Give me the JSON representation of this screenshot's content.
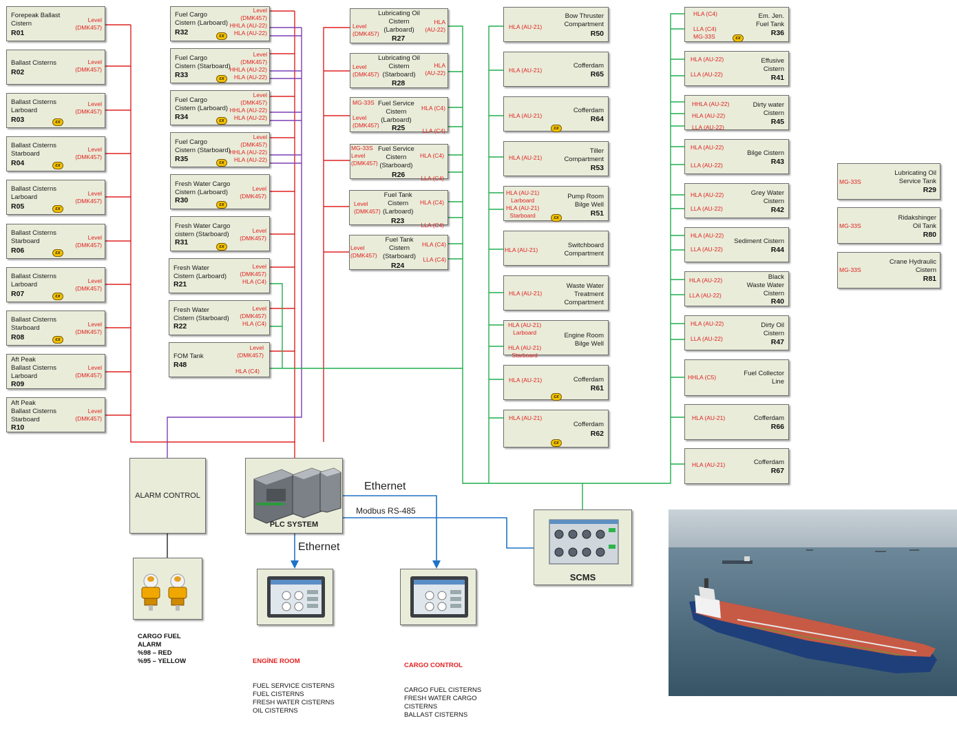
{
  "col1": [
    {
      "name": "Forepeak Ballast\nCistern",
      "code": "R01",
      "sig": "Level\n(DMK457)",
      "ex": false
    },
    {
      "name": "Ballast Cisterns",
      "code": "R02",
      "sig": "Level\n(DMK457)",
      "ex": false
    },
    {
      "name": "Ballast Cisterns\nLarboard",
      "code": "R03",
      "sig": "Level\n(DMK457)",
      "ex": true
    },
    {
      "name": "Ballast Cisterns\nStarboard",
      "code": "R04",
      "sig": "Level\n(DMK457)",
      "ex": true
    },
    {
      "name": "Ballast Cisterns\nLarboard",
      "code": "R05",
      "sig": "Level\n(DMK457)",
      "ex": true
    },
    {
      "name": "Ballast Cisterns\nStarboard",
      "code": "R06",
      "sig": "Level\n(DMK457)",
      "ex": true
    },
    {
      "name": "Ballast Cisterns\nLarboard",
      "code": "R07",
      "sig": "Level\n(DMK457)",
      "ex": true
    },
    {
      "name": "Ballast Cisterns\nStarboard",
      "code": "R08",
      "sig": "Level\n(DMK457)",
      "ex": true
    },
    {
      "name": "Aft Peak\nBallast Cisterns\nLarboard",
      "code": "R09",
      "sig": "Level\n(DMK457)",
      "ex": false
    },
    {
      "name": "Aft Peak\nBallast Cisterns\nStarboard",
      "code": "R10",
      "sig": "Level\n(DMK457)",
      "ex": false
    }
  ],
  "col2": [
    {
      "name": "Fuel Cargo\nCistern (Larboard)",
      "code": "R32",
      "sig": "Level\n(DMK457)\nHHLA (AU-22)\nHLA (AU-22)",
      "ex": true
    },
    {
      "name": "Fuel Cargo\nCistern (Starboard)",
      "code": "R33",
      "sig": "Level\n(DMK457)\nHHLA (AU-22)\nHLA (AU-22)",
      "ex": true
    },
    {
      "name": "Fuel Cargo\nCistern (Larboard)",
      "code": "R34",
      "sig": "Level\n(DMK457)\nHHLA (AU-22)\nHLA (AU-22)",
      "ex": true
    },
    {
      "name": "Fuel Cargo\nCistern (Starboard)",
      "code": "R35",
      "sig": "Level\n(DMK457)\nHHLA (AU-22)\nHLA (AU-22)",
      "ex": true
    },
    {
      "name": "Fresh Water Cargo\nCistern (Larboard)",
      "code": "R30",
      "sig": "Level\n(DMK457)",
      "ex": true
    },
    {
      "name": "Fresh Water Cargo\ncistern (Starboard)",
      "code": "R31",
      "sig": "Level\n(DMK457)",
      "ex": true
    },
    {
      "name": "Fresh Water\nCistern (Larboard)",
      "code": "R21",
      "sig": "Level\n(DMK457)\nHLA (C4)",
      "ex": false
    },
    {
      "name": "Fresh Water\nCistern (Starboard)",
      "code": "R22",
      "sig": "Level\n(DMK457)\nHLA (C4)",
      "ex": false
    },
    {
      "name": "FOM Tank",
      "code": "R48",
      "sig": "Level\n(DMK457)",
      "sig2": "HLA (C4)",
      "ex": false
    }
  ],
  "col3": [
    {
      "name": "Lubricating Oil\nCistern\n(Larboard)",
      "code": "R27",
      "sigL": "Level\n(DMK457)",
      "sigR": "HLA\n(AU-22)"
    },
    {
      "name": "Lubricating Oil\nCistern\n(Starboard)",
      "code": "R28",
      "sigL": "Level\n(DMK457)",
      "sigR": "HLA\n(AU-22)"
    },
    {
      "name": "Fuel Service\nCistern\n(Larboard)",
      "code": "R25",
      "sigL": "MG-33S\n\nLevel\n(DMK457)",
      "sigR": "HLA (C4)\n\n\nLLA (C4)"
    },
    {
      "name": "Fuel Service\nCistern\n(Starboard)",
      "code": "R26",
      "sigL": "MG-33S\nLevel\n(DMK457)",
      "sigR": "HLA (C4)\n\n\nLLA (C4)"
    },
    {
      "name": "Fuel Tank\nCistern\n(Larboard)",
      "code": "R23",
      "sigL": "Level\n(DMK457)",
      "sigR": "HLA (C4)\n\n\nLLA (C4)"
    },
    {
      "name": "Fuel Tank\nCistern\n(Starboard)",
      "code": "R24",
      "sigL": "Level\n(DMK457)",
      "sigR": "HLA (C4)\n\nLLA (C4)"
    }
  ],
  "col4": [
    {
      "name": "Bow Thruster\nCompartment",
      "code": "R50",
      "sig": "HLA (AU-21)",
      "ex": false
    },
    {
      "name": "Cofferdam",
      "code": "R65",
      "sig": "HLA (AU-21)",
      "ex": false
    },
    {
      "name": "Cofferdam",
      "code": "R64",
      "sig": "HLA (AU-21)",
      "ex": true
    },
    {
      "name": "Tiller\nCompartment",
      "code": "R53",
      "sig": "HLA (AU-21)",
      "ex": false
    },
    {
      "name": "Pump Room\nBilge Well",
      "code": "R51",
      "sig": "HLA (AU-21)\nLarboard\nHLA (AU-21)\nStarboard",
      "ex": true
    },
    {
      "name": "Switchboard\nCompartment",
      "code": "",
      "sig": "HLA (AU-21)",
      "ex": false
    },
    {
      "name": "Waste Water\nTreatment\nCompartment",
      "code": "",
      "sig": "HLA (AU-21)",
      "ex": false
    },
    {
      "name": "Engine Room\nBilge Well",
      "code": "",
      "sig": "HLA (AU-21)\nLarboard\n\nHLA (AU-21)\nStarboard",
      "ex": false
    },
    {
      "name": "Cofferdam",
      "code": "R61",
      "sig": "HLA (AU-21)",
      "ex": true
    },
    {
      "name": "Cofferdam",
      "code": "R62",
      "sig": "HLA (AU-21)",
      "ex": true
    }
  ],
  "col5": [
    {
      "name": "Em. Jen.\nFuel Tank",
      "code": "R36",
      "sig": "HLA (C4)\n\nLLA (C4)\nMG-33S",
      "ex": true
    },
    {
      "name": "Effusive\nCistern",
      "code": "R41",
      "sig": "HLA (AU-22)\n\nLLA (AU-22)",
      "ex": false
    },
    {
      "name": "Dirty water\nCistern",
      "code": "R45",
      "sig": "HHLA (AU-22)\nHLA (AU-22)\nLLA (AU-22)",
      "ex": false
    },
    {
      "name": "Bilge Cistern",
      "code": "R43",
      "sig": "HLA (AU-22)\n\nLLA (AU-22)",
      "ex": false
    },
    {
      "name": "Grey Water\nCistern",
      "code": "R42",
      "sig": "HLA (AU-22)\n\nLLA (AU-22)",
      "ex": false
    },
    {
      "name": "Sediment Cistern",
      "code": "R44",
      "sig": "HLA (AU-22)\n\nLLA (AU-22)",
      "ex": false
    },
    {
      "name": "Black\nWaste Water\nCistern",
      "code": "R40",
      "sig": "HLA (AU-22)\n\nLLA (AU-22)",
      "ex": false
    },
    {
      "name": "Dirty Oil\nCistern",
      "code": "R47",
      "sig": "HLA (AU-22)\n\nLLA (AU-22)",
      "ex": false
    },
    {
      "name": "Fuel Collector\nLine",
      "code": "",
      "sig": "HHLA (C5)",
      "ex": false
    },
    {
      "name": "Cofferdam",
      "code": "R66",
      "sig": "HLA (AU-21)",
      "ex": false
    },
    {
      "name": "Cofferdam",
      "code": "R67",
      "sig": "HLA (AU-21)",
      "ex": false
    }
  ],
  "col6": [
    {
      "name": "Lubricating Oil\nService Tank",
      "code": "R29",
      "sig": "MG-33S"
    },
    {
      "name": "Ridakshinger\nOil Tank",
      "code": "R80",
      "sig": "MG-33S"
    },
    {
      "name": "Crane Hydraulic\nCistern",
      "code": "R81",
      "sig": "MG-33S"
    }
  ],
  "alarm_control": "ALARM CONTROL",
  "plc_system": "PLC SYSTEM",
  "scms": "SCMS",
  "ethernet_1": "Ethernet",
  "ethernet_2": "Ethernet",
  "modbus": "Modbus RS-485",
  "alarm_caption": "CARGO FUEL\nALARM\n%98 – RED\n%95 – YELLOW",
  "engine_room": {
    "heading": "ENGİNE ROOM",
    "items": "FUEL SERVICE CISTERNS\nFUEL CISTERNS\nFRESH WATER CISTERNS\nOIL CISTERNS"
  },
  "cargo_control": {
    "heading": "CARGO CONTROL",
    "items": "CARGO FUEL CISTERNS\nFRESH WATER CARGO\nCISTERNS\nBALLAST CISTERNS"
  },
  "ex_mark": "εx",
  "colors": {
    "red": "#e02020",
    "purple": "#7a3fb5",
    "green": "#1fae4b",
    "blue": "#1f72c6",
    "box": "#e9ecd9"
  }
}
